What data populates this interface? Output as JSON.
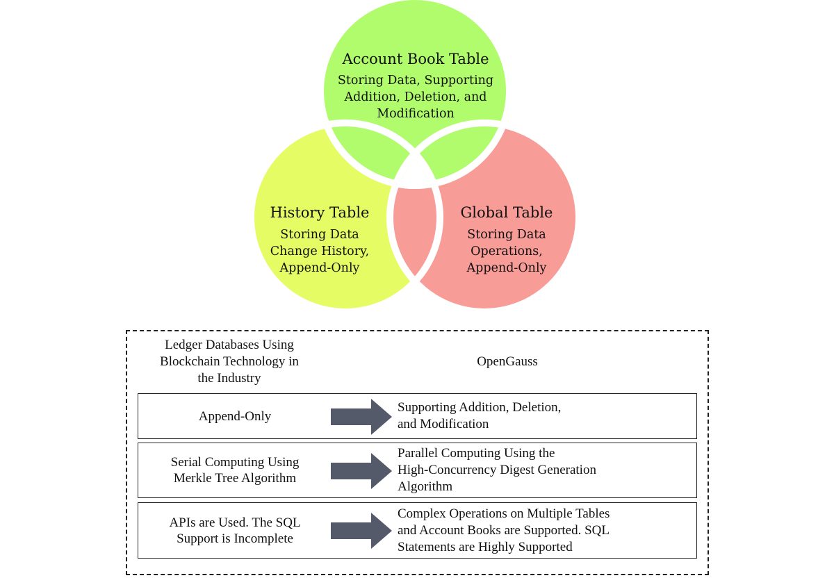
{
  "venn": {
    "circles": [
      {
        "id": "account-book",
        "title": "Account Book Table",
        "lines": [
          "Storing Data, Supporting",
          "Addition, Deletion, and",
          "Modification"
        ],
        "color": "#b0fc6c"
      },
      {
        "id": "history",
        "title": "History Table",
        "lines": [
          "Storing Data",
          "Change History,",
          "Append-Only"
        ],
        "color": "#e6fc64"
      },
      {
        "id": "global",
        "title": "Global Table",
        "lines": [
          "Storing Data",
          "Operations,",
          "Append-Only"
        ],
        "color": "#f89c98"
      }
    ],
    "separator_color": "#ffffff"
  },
  "comparison": {
    "header_left": "Ledger Databases Using Blockchain Technology in the Industry",
    "header_left_lines": [
      "Ledger Databases Using",
      "Blockchain Technology in",
      "the Industry"
    ],
    "header_right": "OpenGauss",
    "arrow_color": "#555a6a",
    "rows": [
      {
        "left_lines": [
          "Append-Only"
        ],
        "right_lines": [
          "Supporting Addition, Deletion,",
          "and Modification"
        ]
      },
      {
        "left_lines": [
          "Serial Computing Using",
          "Merkle Tree Algorithm"
        ],
        "right_lines": [
          "Parallel Computing Using the",
          "High-Concurrency Digest Generation",
          "Algorithm"
        ]
      },
      {
        "left_lines": [
          "APIs are Used. The SQL",
          "Support is Incomplete"
        ],
        "right_lines": [
          "Complex Operations on Multiple Tables",
          "and Account Books are Supported. SQL",
          "Statements are Highly Supported"
        ]
      }
    ]
  }
}
